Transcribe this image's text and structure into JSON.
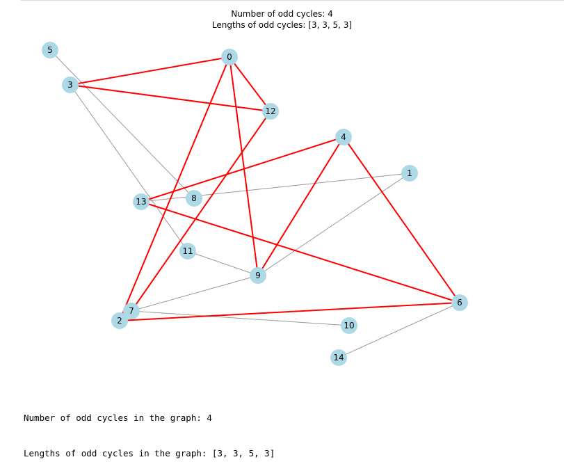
{
  "title": {
    "line1": "Number of odd cycles: 4",
    "line2": "Lengths of odd cycles: [3, 3, 5, 3]"
  },
  "graph": {
    "nodes": [
      "0",
      "1",
      "2",
      "3",
      "4",
      "5",
      "6",
      "7",
      "8",
      "9",
      "10",
      "11",
      "12",
      "13",
      "14"
    ],
    "edges": [
      {
        "source": "0",
        "target": "3",
        "highlight": true
      },
      {
        "source": "0",
        "target": "12",
        "highlight": true
      },
      {
        "source": "0",
        "target": "9",
        "highlight": true
      },
      {
        "source": "0",
        "target": "2",
        "highlight": true
      },
      {
        "source": "3",
        "target": "12",
        "highlight": true
      },
      {
        "source": "12",
        "target": "7",
        "highlight": true
      },
      {
        "source": "4",
        "target": "13",
        "highlight": true
      },
      {
        "source": "4",
        "target": "9",
        "highlight": true
      },
      {
        "source": "4",
        "target": "6",
        "highlight": true
      },
      {
        "source": "13",
        "target": "6",
        "highlight": true
      },
      {
        "source": "2",
        "target": "6",
        "highlight": true
      },
      {
        "source": "5",
        "target": "8",
        "highlight": false
      },
      {
        "source": "3",
        "target": "11",
        "highlight": false
      },
      {
        "source": "13",
        "target": "1",
        "highlight": false
      },
      {
        "source": "1",
        "target": "9",
        "highlight": false
      },
      {
        "source": "11",
        "target": "9",
        "highlight": false
      },
      {
        "source": "9",
        "target": "7",
        "highlight": false
      },
      {
        "source": "7",
        "target": "10",
        "highlight": false
      },
      {
        "source": "6",
        "target": "14",
        "highlight": false
      }
    ],
    "colors": {
      "node_fill": "#add8e6",
      "highlight_edge": "#ff0000",
      "normal_edge": "#999999"
    }
  },
  "console": {
    "line1": "Number of odd cycles in the graph: 4",
    "line2": "Lengths of odd cycles in the graph: [3, 3, 5, 3]"
  }
}
